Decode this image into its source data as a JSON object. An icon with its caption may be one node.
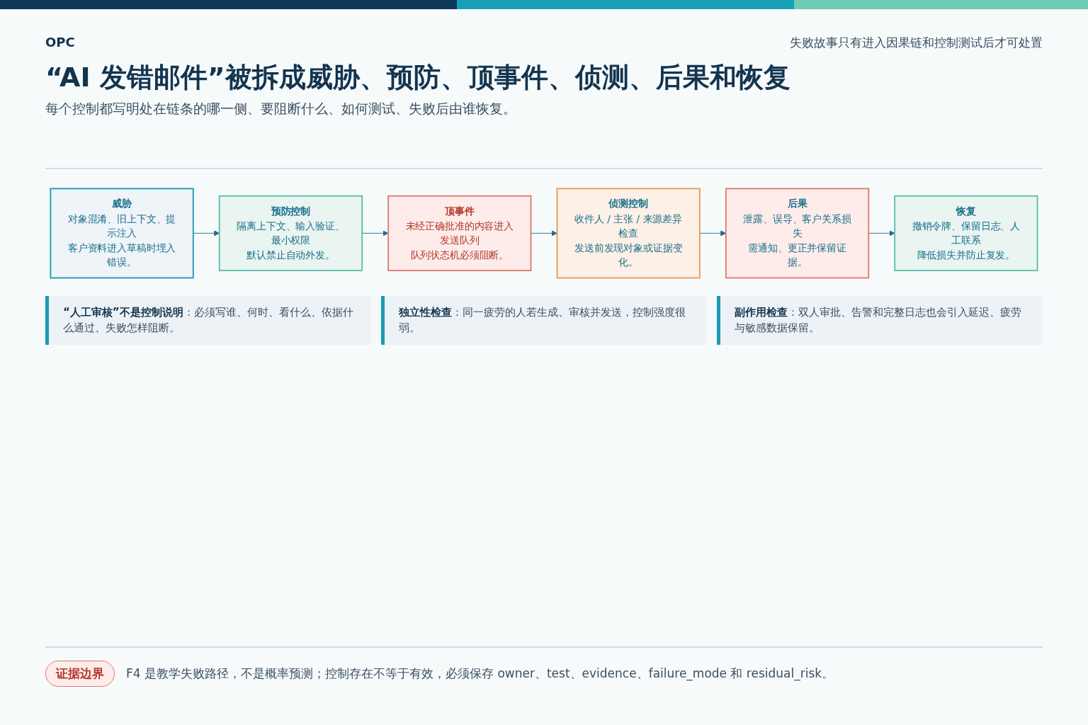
{
  "diagram": {
    "title": "“AI 发错邮件”被拆成威胁、预防、顶事件、侦测、后果和恢复",
    "nodes": [
      {
        "text": [
          "威胁",
          "对象混淆、旧上下文、提示注入",
          "客户资料进入草稿时埋入错误。"
        ]
      },
      {
        "text": [
          "预防控制",
          "隔离上下文、输入验证、最小权限",
          "默认禁止自动外发。"
        ]
      },
      {
        "text": [
          "顶事件",
          "未经正确批准的内容进入发送队列",
          "队列状态机必须阻断。"
        ]
      },
      {
        "text": [
          "侦测控制",
          "收件人 / 主张 / 来源差异检查",
          "发送前发现对象或证据变化。"
        ]
      },
      {
        "text": [
          "后果",
          "泄露、误导、客户关系损失",
          "需通知、更正并保留证据。"
        ]
      },
      {
        "text": [
          "恢复",
          "撤销令牌、保留日志、人工联系",
          "降低损失并防止复发。"
        ]
      }
    ],
    "edges": [
      {
        "from": 0,
        "to": 1,
        "arrow": "to"
      },
      {
        "from": 1,
        "to": 2,
        "arrow": "to"
      },
      {
        "from": 2,
        "to": 3,
        "arrow": "to"
      },
      {
        "from": 3,
        "to": 4,
        "arrow": "to"
      },
      {
        "from": 4,
        "to": 5,
        "arrow": "to"
      }
    ],
    "labels": [
      "OPC",
      "失败故事只有进入因果链和控制测试后才可处置",
      "每个控制都写明处在链条的哪一侧、要阻断什么、如何测试、失败后由谁恢复。",
      "**“人工审核”不是控制说明**：必须写谁、何时、看什么、依据什么通过、失败怎样阻断。",
      "**独立性检查**：同一疲劳的人若生成、审核并发送，控制强度很弱。",
      "**副作用检查**：双人审批、告警和完整日志也会引入延迟、疲劳与敏感数据保留。",
      "证据边界",
      "F4 是教学失败路径，不是概率预测；控制存在不等于有效，必须保存 owner、test、evidence、failure_mode 和 residual_risk。"
    ]
  }
}
